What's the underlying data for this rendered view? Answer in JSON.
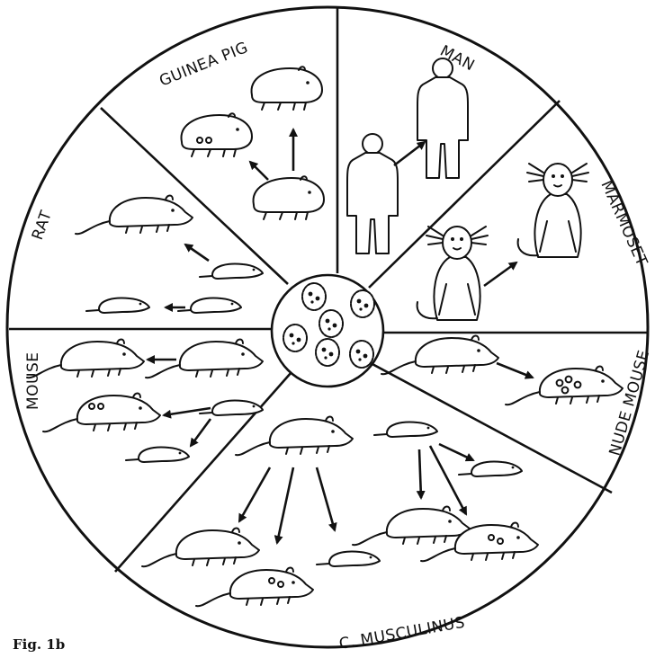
{
  "figure_label": "Fig. 1b",
  "sectors": {
    "guinea_pig": "GUINEA PIG",
    "man": "MAN",
    "marmoset": "MARMOSET",
    "nude_mouse": "NUDE MOUSE",
    "c_musculinus": "C. MUSCULINUS",
    "mouse": "MOUSE",
    "rat": "RAT"
  }
}
